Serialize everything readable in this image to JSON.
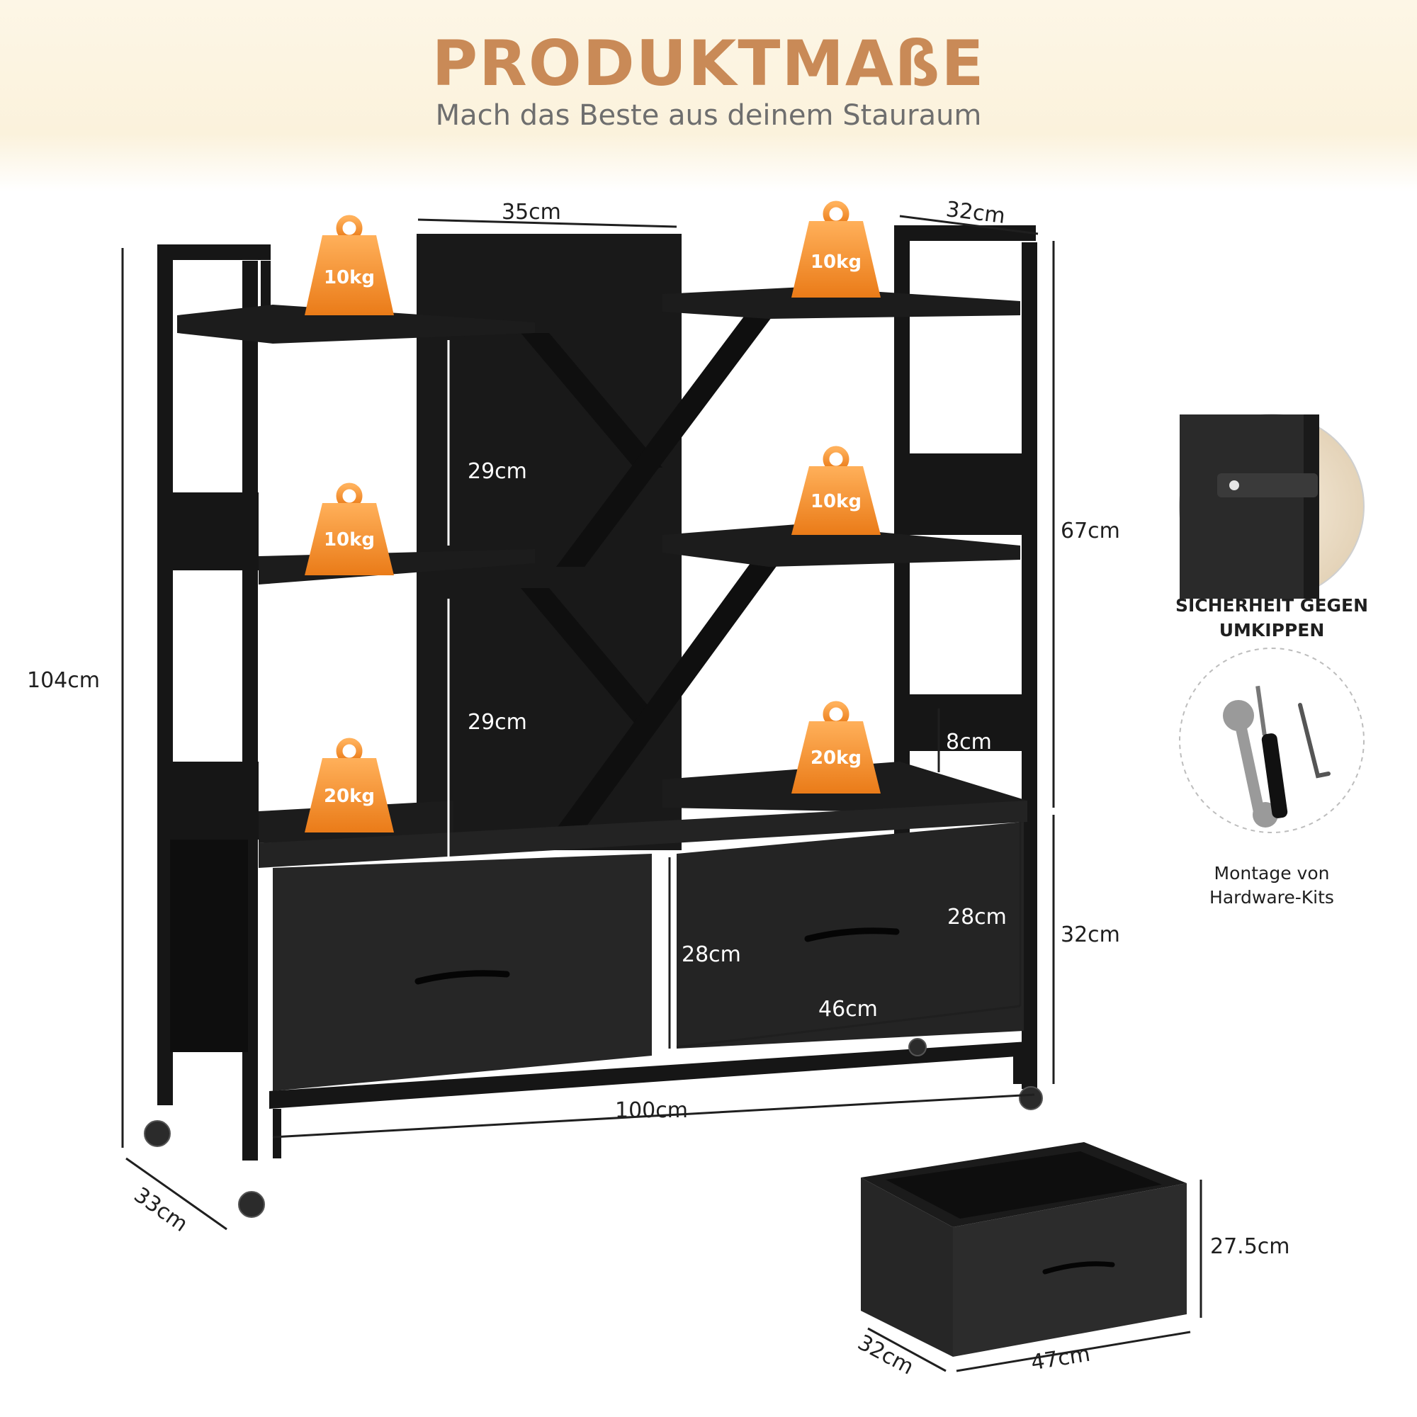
{
  "header": {
    "title": "PRODUKTMAßE",
    "subtitle": "Mach das Beste aus deinem Stauraum"
  },
  "dimensions": {
    "top_width": "35cm",
    "top_depth": "32cm",
    "total_height": "104cm",
    "upper_height": "67cm",
    "lower_height": "32cm",
    "compartment_upper": "29cm",
    "compartment_lower": "29cm",
    "shelf_gap": "8cm",
    "drawer_height_left": "28cm",
    "drawer_height_right": "28cm",
    "drawer_width": "46cm",
    "total_width": "100cm",
    "total_depth": "33cm",
    "single_drawer_height": "27.5cm",
    "single_drawer_depth": "32cm",
    "single_drawer_width": "47cm"
  },
  "load_badges": {
    "left_top": "10kg",
    "left_middle": "10kg",
    "left_bottom": "20kg",
    "right_top": "10kg",
    "right_middle": "10kg",
    "right_bottom": "20kg"
  },
  "features": {
    "anti_tip_line1": "SICHERHEIT GEGEN",
    "anti_tip_line2": "UMKIPPEN",
    "hardware_line1": "Montage von",
    "hardware_line2": "Hardware-Kits"
  },
  "colors": {
    "accent": "#c98a57",
    "badge": "#f08a24",
    "furniture": "#141414"
  }
}
